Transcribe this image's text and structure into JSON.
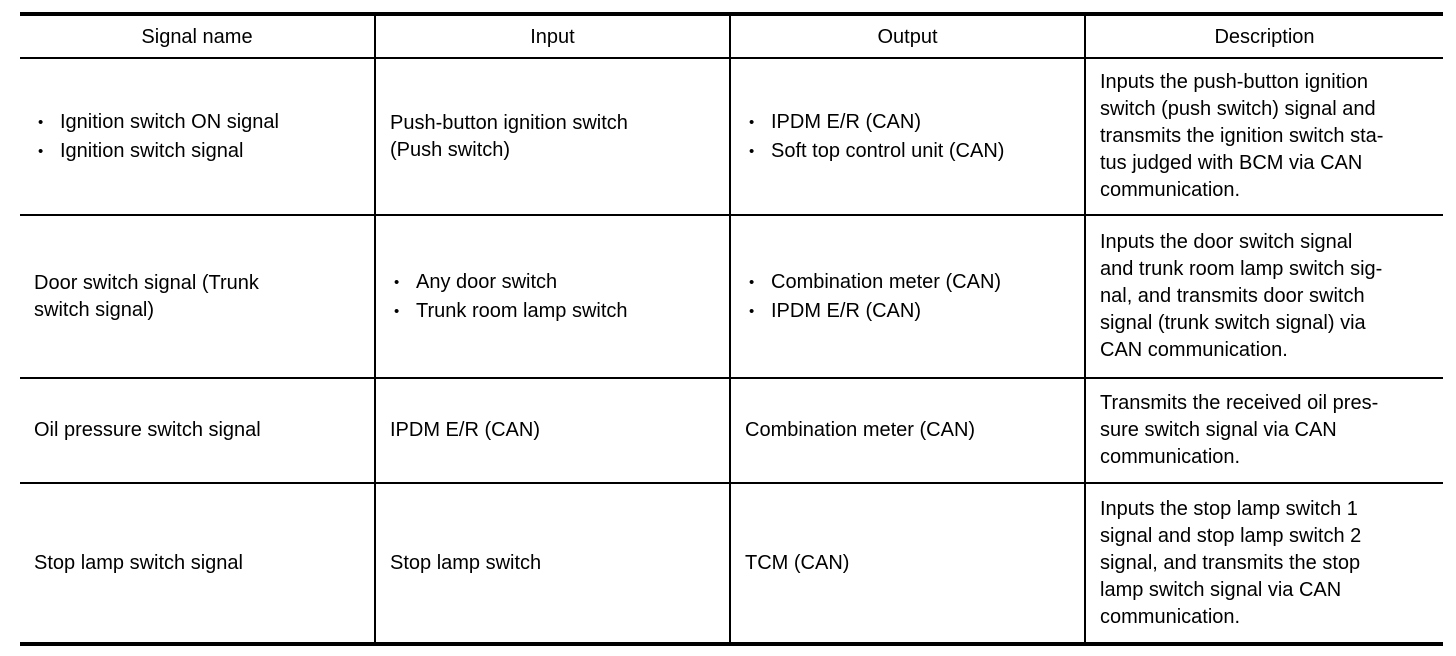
{
  "table": {
    "columns": [
      {
        "key": "signal_name",
        "label": "Signal name"
      },
      {
        "key": "input",
        "label": "Input"
      },
      {
        "key": "output",
        "label": "Output"
      },
      {
        "key": "description",
        "label": "Description"
      }
    ],
    "rows": [
      {
        "signal_name": {
          "type": "bullets",
          "items": [
            "Ignition switch ON signal",
            "Ignition switch signal"
          ]
        },
        "input": {
          "type": "lines",
          "lines": [
            "Push-button ignition switch",
            "(Push switch)"
          ]
        },
        "output": {
          "type": "bullets",
          "items": [
            "IPDM E/R (CAN)",
            "Soft top control unit (CAN)"
          ]
        },
        "description": {
          "type": "lines",
          "lines": [
            "Inputs the push-button ignition",
            "switch (push switch) signal and",
            "transmits the ignition switch sta-",
            "tus judged with BCM via CAN",
            "communication."
          ]
        }
      },
      {
        "signal_name": {
          "type": "lines",
          "lines": [
            "Door switch signal (Trunk",
            "switch signal)"
          ]
        },
        "input": {
          "type": "bullets",
          "items": [
            "Any door switch",
            "Trunk room lamp switch"
          ]
        },
        "output": {
          "type": "bullets",
          "items": [
            "Combination meter (CAN)",
            "IPDM E/R (CAN)"
          ]
        },
        "description": {
          "type": "lines",
          "lines": [
            "Inputs the door switch signal",
            "and trunk room lamp switch sig-",
            "nal, and transmits door switch",
            "signal (trunk switch signal) via",
            "CAN communication."
          ]
        }
      },
      {
        "signal_name": {
          "type": "lines",
          "lines": [
            "Oil pressure switch signal"
          ]
        },
        "input": {
          "type": "lines",
          "lines": [
            "IPDM E/R (CAN)"
          ]
        },
        "output": {
          "type": "lines",
          "lines": [
            "Combination meter (CAN)"
          ]
        },
        "description": {
          "type": "lines",
          "lines": [
            "Transmits the received oil pres-",
            "sure switch signal via CAN",
            "communication."
          ]
        }
      },
      {
        "signal_name": {
          "type": "lines",
          "lines": [
            "Stop lamp switch signal"
          ]
        },
        "input": {
          "type": "lines",
          "lines": [
            "Stop lamp switch"
          ]
        },
        "output": {
          "type": "lines",
          "lines": [
            "TCM (CAN)"
          ]
        },
        "description": {
          "type": "lines",
          "lines": [
            "Inputs the stop lamp switch 1",
            "signal and stop lamp switch 2",
            "signal, and transmits the stop",
            "lamp switch signal via CAN",
            "communication."
          ]
        }
      }
    ]
  },
  "style": {
    "text_color": "#000000",
    "background": "#ffffff",
    "rule_color": "#000000"
  }
}
